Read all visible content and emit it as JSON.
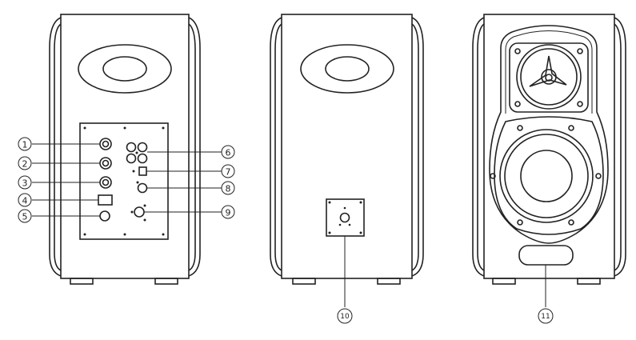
{
  "views": [
    {
      "id": "rear-active",
      "name": ""
    },
    {
      "id": "rear-passive",
      "name": ""
    },
    {
      "id": "front",
      "name": ""
    }
  ],
  "callouts": [
    {
      "num": "①",
      "id": "1"
    },
    {
      "num": "②",
      "id": "2"
    },
    {
      "num": "③",
      "id": "3"
    },
    {
      "num": "④",
      "id": "4"
    },
    {
      "num": "⑤",
      "id": "5"
    },
    {
      "num": "⑥",
      "id": "6"
    },
    {
      "num": "⑦",
      "id": "7"
    },
    {
      "num": "⑧",
      "id": "8"
    },
    {
      "num": "⑨",
      "id": "9"
    },
    {
      "num": "⑩",
      "id": "10"
    },
    {
      "num": "⑪",
      "id": "11"
    }
  ]
}
